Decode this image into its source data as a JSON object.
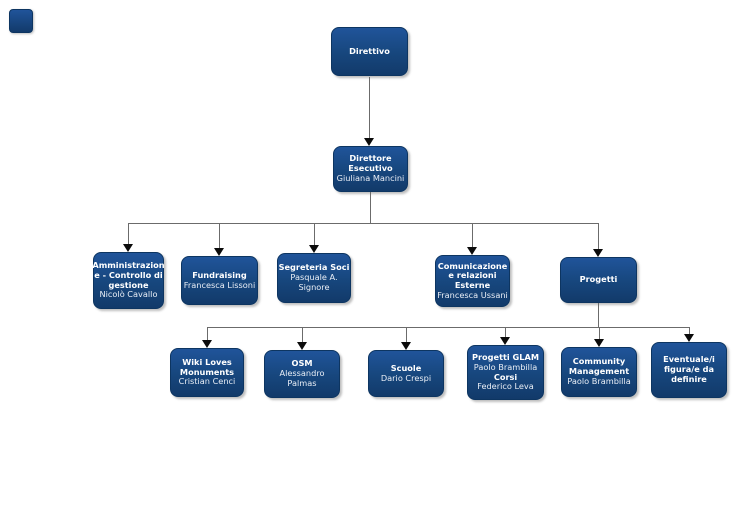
{
  "palette": {
    "node_fill_top": "#20549a",
    "node_fill_bottom": "#123a6a",
    "node_border": "#0d3561",
    "node_text": "#ffffff",
    "connector_line": "#6b6b6b",
    "arrowhead": "#0b0b0b",
    "background": "#ffffff"
  },
  "chart": {
    "nodes": {
      "direttivo": {
        "title": "Direttivo"
      },
      "direttore": {
        "title": "Direttore\nEsecutivo",
        "subtitle": "Giuliana Mancini"
      },
      "amministrazione": {
        "title": "Amministrazion\ne - Controllo di\ngestione",
        "subtitle": "Nicolò Cavallo"
      },
      "fundraising": {
        "title": "Fundraising",
        "subtitle": "Francesca Lissoni"
      },
      "segreteria": {
        "title": "Segreteria Soci",
        "subtitle": "Pasquale A.\nSignore"
      },
      "comunicazione": {
        "title": "Comunicazione\ne relazioni\nEsterne",
        "subtitle": "Francesca Ussani"
      },
      "progetti": {
        "title": "Progetti"
      },
      "wlm": {
        "title": "Wiki Loves\nMonuments",
        "subtitle": "Cristian Cenci"
      },
      "osm": {
        "title": "OSM",
        "subtitle": "Alessandro\nPalmas"
      },
      "scuole": {
        "title": "Scuole",
        "subtitle": "Dario Crespi"
      },
      "glam": {
        "title": "Progetti GLAM",
        "subtitle": "Paolo Brambilla",
        "title2": "Corsi",
        "subtitle2": "Federico Leva"
      },
      "community": {
        "title": "Community\nManagement",
        "subtitle": "Paolo Brambilla"
      },
      "eventuale": {
        "title": "Eventuale/i\nfigura/e da\ndefinire"
      }
    },
    "hierarchy": [
      {
        "parent": "Direttivo",
        "child": "Direttore Esecutivo"
      },
      {
        "parent": "Direttore Esecutivo",
        "child": "Amministrazione - Controllo di gestione"
      },
      {
        "parent": "Direttore Esecutivo",
        "child": "Fundraising"
      },
      {
        "parent": "Direttore Esecutivo",
        "child": "Segreteria Soci"
      },
      {
        "parent": "Direttore Esecutivo",
        "child": "Comunicazione e relazioni Esterne"
      },
      {
        "parent": "Direttore Esecutivo",
        "child": "Progetti"
      },
      {
        "parent": "Progetti",
        "child": "Wiki Loves Monuments"
      },
      {
        "parent": "Progetti",
        "child": "OSM"
      },
      {
        "parent": "Progetti",
        "child": "Scuole"
      },
      {
        "parent": "Progetti",
        "child": "Progetti GLAM / Corsi"
      },
      {
        "parent": "Progetti",
        "child": "Community Management"
      },
      {
        "parent": "Progetti",
        "child": "Eventuale/i figura/e da definire"
      }
    ]
  }
}
